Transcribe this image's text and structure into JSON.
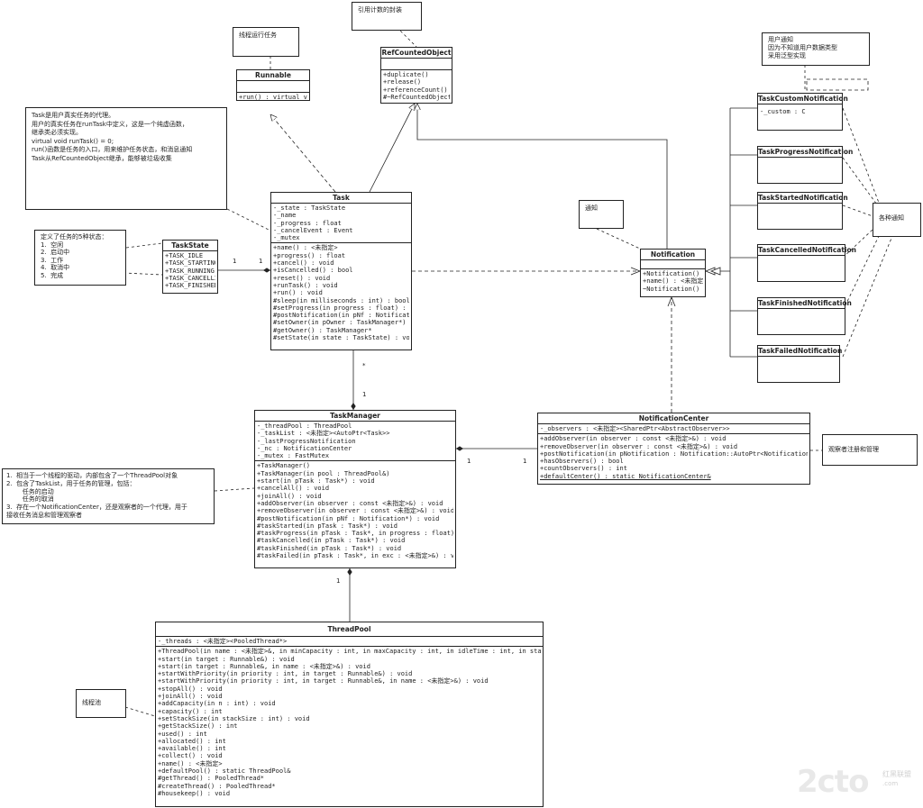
{
  "notes": {
    "runnable": [
      "线程运行任务"
    ],
    "refcount": [
      "引用计数的封装"
    ],
    "user_notification": [
      "用户通知",
      "因为不知道用户数据类型",
      "采用泛型实现"
    ],
    "task": [
      "Task是用户真实任务的代理。",
      "",
      "用户的真实任务在runTask中定义，这是一个纯虚函数，",
      "继承类必须实现。",
      "virtual void runTask() = 0;",
      "",
      "run()函数是任务的入口，用来维护任务状态，和消息通知",
      "",
      "Task从RefCountedObject继承，能够被垃圾收集"
    ],
    "notify": [
      "通知"
    ],
    "various": [
      "各种通知"
    ],
    "taskstate": [
      "定义了任务的5种状态：",
      "1.  空闲",
      "2.  启动中",
      "3.  工作",
      "4.  取消中",
      "5.  完成"
    ],
    "observer": [
      "观察者注册和管理"
    ],
    "taskmanager": [
      "1.  相当于一个线程的驱动，内部包含了一个ThreadPool对象",
      "2.  包含了TaskList，用于任务的管理，包括：",
      "        任务的启动",
      "        任务的取消",
      "3.  存在一个NotificationCenter，还是观察者的一个代理，用于",
      "接收任务消息和管理观察者"
    ],
    "threadpool": [
      "线程池"
    ]
  },
  "classes": {
    "runnable": {
      "name": "Runnable",
      "attrs": [],
      "ops": [
        "+run() : virtual void"
      ]
    },
    "refcounted": {
      "name": "RefCountedObject",
      "attrs": [],
      "ops": [
        "+duplicate()",
        "+release()",
        "+referenceCount()",
        "#~RefCountedObject()"
      ]
    },
    "task": {
      "name": "Task",
      "attrs": [
        "-_state : TaskState",
        "-_name",
        "-_progress : float",
        "-_cancelEvent : Event",
        "-_mutex"
      ],
      "ops": [
        "+name() : <未指定>",
        "+progress() : float",
        "+cancel() : void",
        "+isCancelled() : bool",
        "+reset() : void",
        "+runTask() : void",
        "+run() : void",
        "#sleep(in milliseconds : int) : bool",
        "#setProgress(in progress : float) : void",
        "#postNotification(in pNf : Notification*) : void",
        "#setOwner(in pOwner : TaskManager*) : void",
        "#getOwner() : TaskManager*",
        "#setState(in state : TaskState) : void"
      ]
    },
    "taskstate": {
      "name": "TaskState",
      "attrs": [
        "+TASK_IDLE",
        "+TASK_STARTING",
        "+TASK_RUNNING",
        "+TASK_CANCELLING",
        "+TASK_FINISHED"
      ],
      "ops": []
    },
    "notification": {
      "name": "Notification",
      "attrs": [],
      "ops": [
        "+Notification()",
        "+name() : <未指定>",
        "~Notification()"
      ]
    },
    "custom": {
      "name": "TaskCustomNotification",
      "attrs": [
        "-_custom : C"
      ],
      "ops": []
    },
    "progress": {
      "name": "TaskProgressNotification",
      "attrs": [],
      "ops": []
    },
    "started": {
      "name": "TaskStartedNotification",
      "attrs": [],
      "ops": []
    },
    "cancelled": {
      "name": "TaskCancelledNotification",
      "attrs": [],
      "ops": []
    },
    "finished": {
      "name": "TaskFinishedNotification",
      "attrs": [],
      "ops": []
    },
    "failed": {
      "name": "TaskFailedNotification",
      "attrs": [],
      "ops": []
    },
    "taskmanager": {
      "name": "TaskManager",
      "attrs": [
        "-_threadPool : ThreadPool",
        "-_taskList : <未指定><AutoPtr<Task>>",
        "-_lastProgressNotification",
        "-_nc : NotificationCenter",
        "-_mutex : FastMutex"
      ],
      "ops": [
        "+TaskManager()",
        "+TaskManager(in pool : ThreadPool&)",
        "+start(in pTask : Task*) : void",
        "+cancelAll() : void",
        "+joinAll() : void",
        "+addObserver(in observer : const <未指定>&) : void",
        "+removeObserver(in observer : const <未指定>&) : void",
        "#postNotification(in pNf : Notification*) : void",
        "#taskStarted(in pTask : Task*) : void",
        "#taskProgress(in pTask : Task*, in progress : float) : void",
        "#taskCancelled(in pTask : Task*) : void",
        "#taskFinished(in pTask : Task*) : void",
        "#taskFailed(in pTask : Task*, in exc : <未指定>&) : void"
      ]
    },
    "nc": {
      "name": "NotificationCenter",
      "attrs": [
        "-_observers : <未指定><SharedPtr<AbstractObserver>>"
      ],
      "ops": [
        "+addObserver(in observer : const <未指定>&) : void",
        "+removeObserver(in observer : const <未指定>&) : void",
        "+postNotification(in pNotification : Notification::AutoPtr<Notification>) : void",
        "+hasObservers() : bool",
        "+countObservers() : int",
        "+defaultCenter() : static NotificationCenter&"
      ]
    },
    "threadpool": {
      "name": "ThreadPool",
      "attrs": [
        "-_threads : <未指定><PooledThread*>"
      ],
      "ops": [
        "+ThreadPool(in name : <未指定>&, in minCapacity : int, in maxCapacity : int, in idleTime : int, in stackSize : int)",
        "+start(in target : Runnable&) : void",
        "+start(in target : Runnable&, in name : <未指定>&) : void",
        "+startWithPriority(in priority : int, in target : Runnable&) : void",
        "+startWithPriority(in priority : int, in target : Runnable&, in name : <未指定>&) : void",
        "+stopAll() : void",
        "+joinAll() : void",
        "+addCapacity(in n : int) : void",
        "+capacity() : int",
        "+setStackSize(in stackSize : int) : void",
        "+getStackSize() : int",
        "+used() : int",
        "+allocated() : int",
        "+available() : int",
        "+collect() : void",
        "+name() : <未指定>",
        "+defaultPool() : static ThreadPool&",
        "#getThread() : PooledThread*",
        "#createThread() : PooledThread*",
        "#housekeep() : void"
      ]
    }
  },
  "multiplicity": {
    "task_taskstate_left": "1",
    "task_taskstate_right": "1",
    "task_tm_top": "*",
    "task_tm_bottom": "1",
    "tm_nc_left": "1",
    "tm_nc_right": "1",
    "tm_pool": "1"
  },
  "logo": {
    "big": "2cto",
    "sub": ".com",
    "cn": "红黑联盟"
  }
}
